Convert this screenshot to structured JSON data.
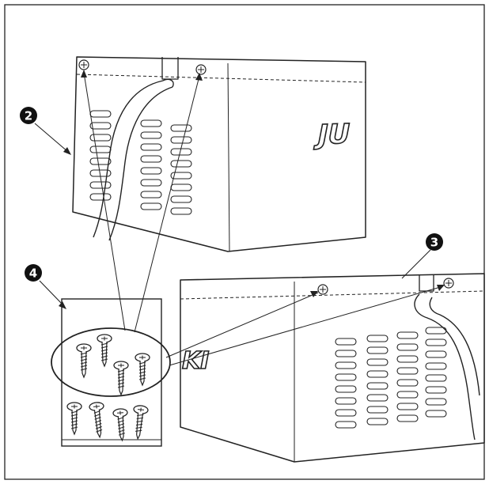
{
  "callouts": [
    {
      "id": "callout-2",
      "label": "2"
    },
    {
      "id": "callout-3",
      "label": "3"
    },
    {
      "id": "callout-4",
      "label": "4"
    }
  ],
  "logos": {
    "upper_box": "JU",
    "lower_box": "KI"
  },
  "colors": {
    "line": "#222222",
    "background": "#ffffff",
    "callout_fill": "#111111"
  }
}
